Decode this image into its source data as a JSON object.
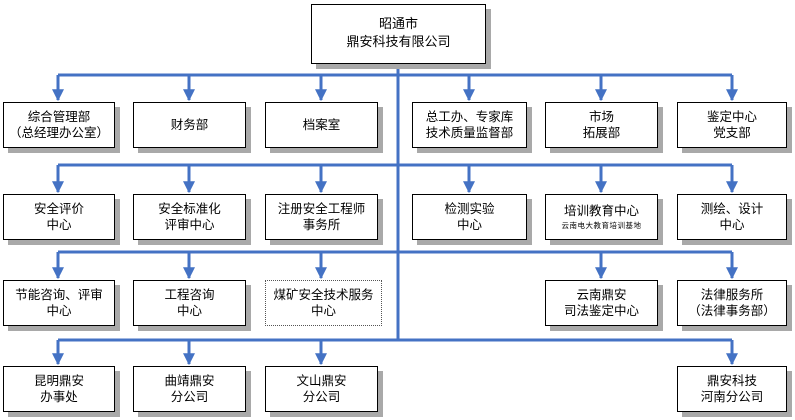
{
  "colors": {
    "connector": "#4472c4",
    "box_border": "#000000",
    "shadow": "#a9a9a9"
  },
  "root": {
    "line1": "昭通市",
    "line2": "鼎安科技有限公司"
  },
  "row1": {
    "general_mgmt": {
      "line1": "综合管理部",
      "line2": "（总经理办公室）"
    },
    "finance": {
      "line1": "财务部"
    },
    "archives": {
      "line1": "档案室"
    },
    "chief_engineer": {
      "line1": "总工办、专家库",
      "line2": "技术质量监督部"
    },
    "market": {
      "line1": "市场",
      "line2": "拓展部"
    },
    "appraisal_party": {
      "line1": "鉴定中心",
      "line2": "党支部"
    }
  },
  "row2": {
    "safety_eval": {
      "line1": "安全评价",
      "line2": "中心"
    },
    "safety_standard": {
      "line1": "安全标准化",
      "line2": "评审中心"
    },
    "reg_engineer": {
      "line1": "注册安全工程师",
      "line2": "事务所"
    },
    "testing": {
      "line1": "检测实验",
      "line2": "中心"
    },
    "training": {
      "line1": "培训教育中心",
      "line2": "云南电大教育培训基地"
    },
    "survey_design": {
      "line1": "测绘、设计",
      "line2": "中心"
    }
  },
  "row3": {
    "energy_saving": {
      "line1": "节能咨询、评审",
      "line2": "中心"
    },
    "engineering": {
      "line1": "工程咨询",
      "line2": "中心"
    },
    "coal_safety": {
      "line1": "煤矿安全技术服务",
      "line2": "中心"
    },
    "judicial": {
      "line1": "云南鼎安",
      "line2": "司法鉴定中心"
    },
    "legal": {
      "line1": "法律服务所",
      "line2": "（法律事务部）"
    }
  },
  "row4": {
    "kunming": {
      "line1": "昆明鼎安",
      "line2": "办事处"
    },
    "qujing": {
      "line1": "曲靖鼎安",
      "line2": "分公司"
    },
    "wenshan": {
      "line1": "文山鼎安",
      "line2": "分公司"
    },
    "henan": {
      "line1": "鼎安科技",
      "line2": "河南分公司"
    }
  }
}
